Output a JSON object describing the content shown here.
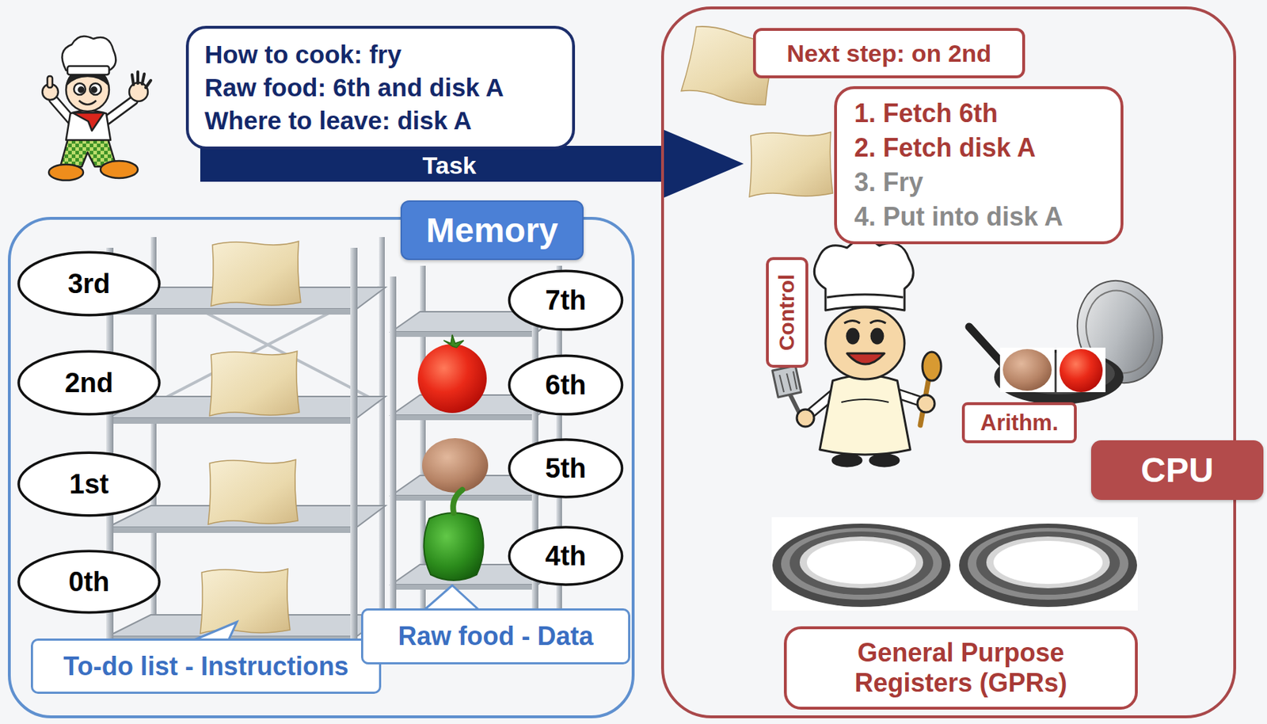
{
  "diagram": {
    "nodes": [
      {
        "text": [
          "How to cook: fry",
          "Raw food: 6th and disk A",
          "Where to leave: disk A"
        ]
      },
      {
        "text": [
          "Memory"
        ]
      },
      {
        "text": [
          "3rd"
        ],
        "in": 1
      },
      {
        "text": [
          "2nd"
        ],
        "in": 1
      },
      {
        "text": [
          "1st"
        ],
        "in": 1
      },
      {
        "text": [
          "0th"
        ],
        "in": 1
      },
      {
        "text": [
          "7th"
        ],
        "in": 1
      },
      {
        "text": [
          "6th"
        ],
        "in": 1
      },
      {
        "text": [
          "5th"
        ],
        "in": 1
      },
      {
        "text": [
          "4th"
        ],
        "in": 1
      },
      {
        "text": [
          "To-do list - Instructions"
        ],
        "in": 1
      },
      {
        "text": [
          "Raw food - Data"
        ],
        "in": 1
      },
      {
        "text": [
          "CPU"
        ]
      },
      {
        "text": [
          "Next step: on 2nd"
        ],
        "in": 12
      },
      {
        "text": [
          "1. Fetch 6th",
          "2. Fetch disk A",
          "3. Fry",
          "4. Put into disk A"
        ],
        "in": 12
      },
      {
        "text": [
          "Control"
        ],
        "in": 12
      },
      {
        "text": [
          "Arithm."
        ],
        "in": 12
      },
      {
        "text": [
          "General Purpose Registers (GPRs)"
        ],
        "in": 12
      }
    ],
    "edges": [
      {
        "from": 0,
        "to": 12,
        "label": "Task",
        "arrow": "to"
      }
    ]
  }
}
